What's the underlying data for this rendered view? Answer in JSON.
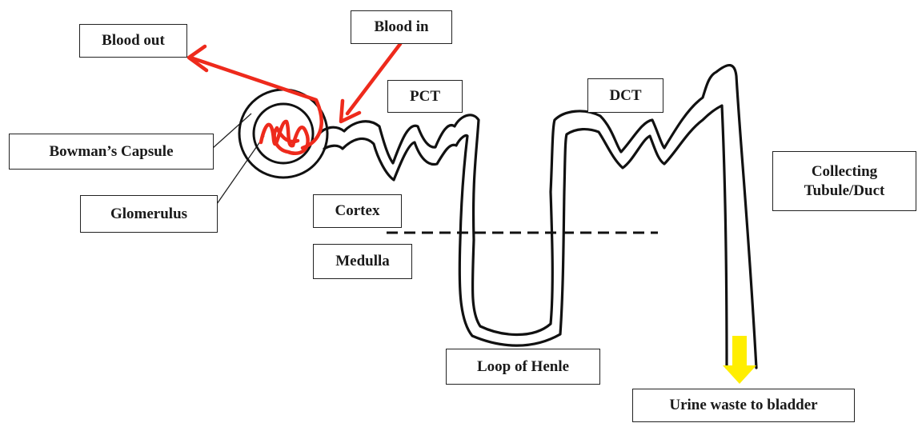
{
  "labels": {
    "blood_out": "Blood out",
    "blood_in": "Blood in",
    "pct": "PCT",
    "dct": "DCT",
    "bowmans_capsule": "Bowman’s Capsule",
    "glomerulus": "Glomerulus",
    "cortex": "Cortex",
    "medulla": "Medulla",
    "collecting_duct": "Collecting\nTubule/Duct",
    "loop_of_henle": "Loop of Henle",
    "urine": "Urine waste to bladder"
  },
  "colors": {
    "blood_arrow": "#ee2a1c",
    "glomerulus_coil": "#ee2a1c",
    "urine_arrow": "#ffee00",
    "tubule_outline": "#111111",
    "border": "#222222"
  }
}
